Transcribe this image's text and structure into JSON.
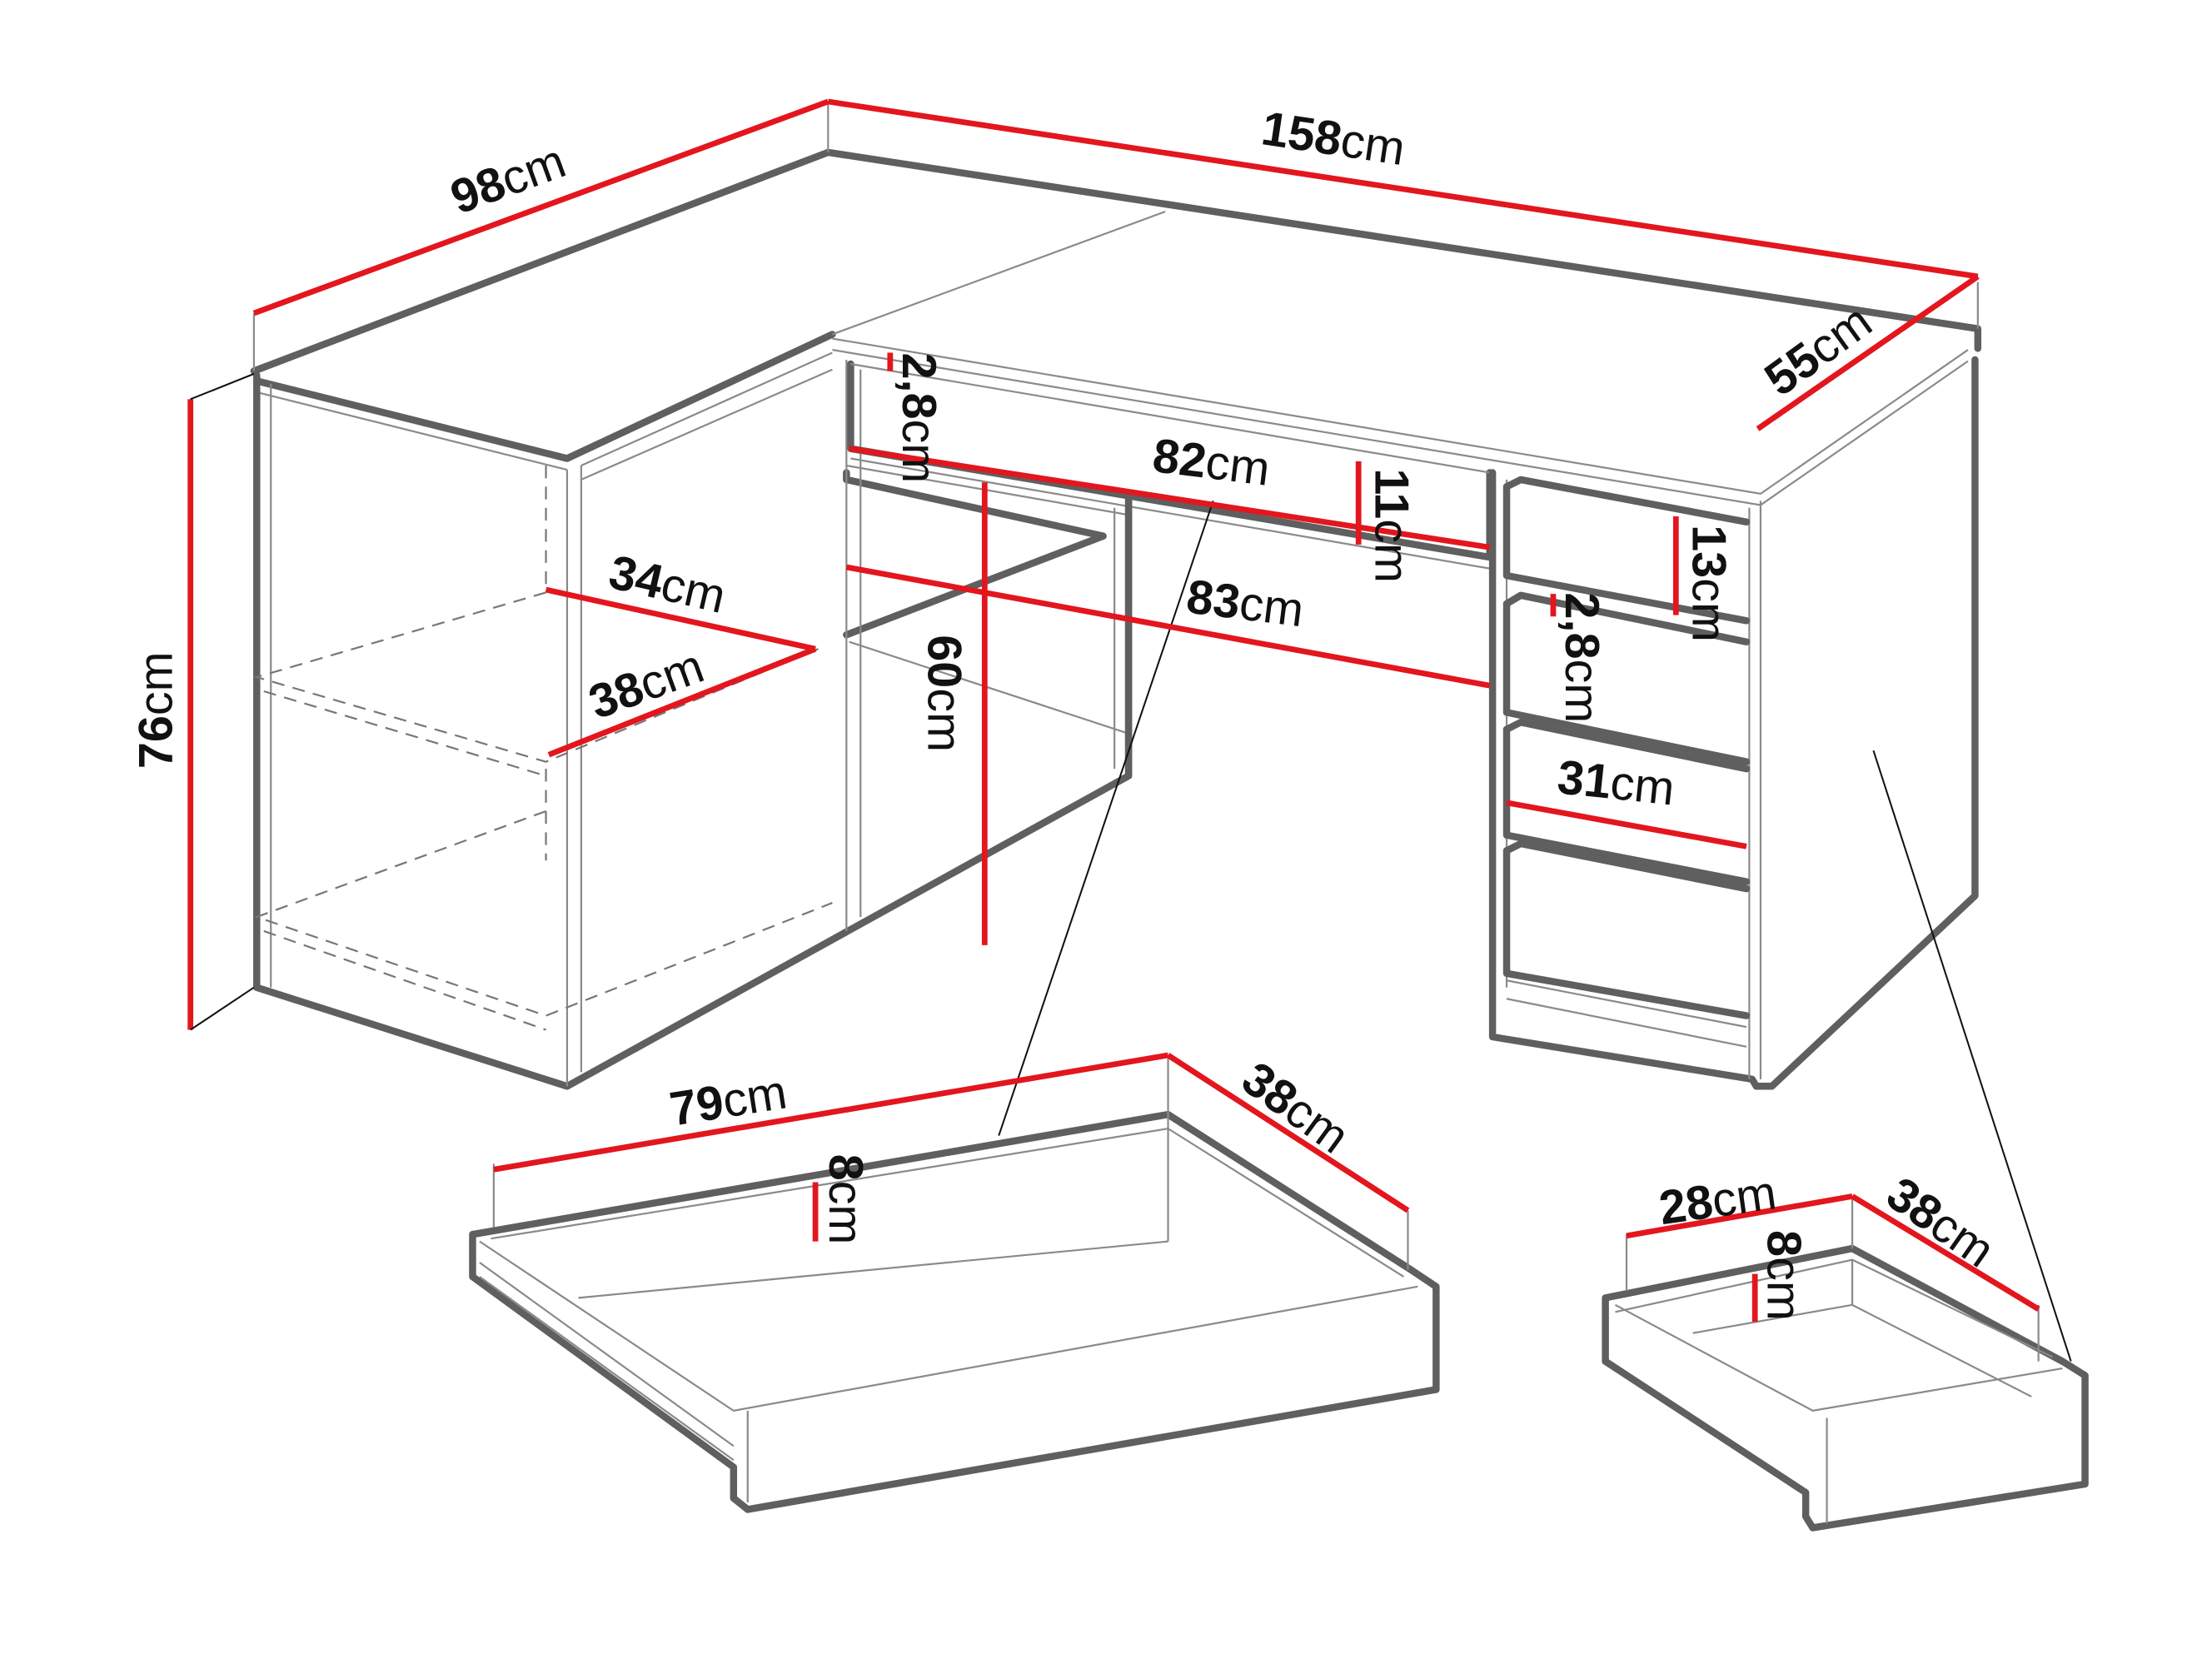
{
  "diagram": {
    "type": "dimension-drawing",
    "subject": "L-shaped corner desk with drawers",
    "accent_color": "#e3161e",
    "line_color": "#5f5f5f",
    "unit": "cm",
    "dimensions": {
      "desk_side_depth": {
        "value": "98",
        "unit": "cm"
      },
      "desk_width": {
        "value": "158",
        "unit": "cm"
      },
      "desk_depth": {
        "value": "55",
        "unit": "cm"
      },
      "desk_height": {
        "value": "76",
        "unit": "cm"
      },
      "top_thickness": {
        "value": "2,8",
        "unit": "cm"
      },
      "front_panel_width": {
        "value": "82",
        "unit": "cm"
      },
      "front_panel_height": {
        "value": "11",
        "unit": "cm"
      },
      "knee_space_width": {
        "value": "83",
        "unit": "cm"
      },
      "knee_space_height": {
        "value": "60",
        "unit": "cm"
      },
      "shelf_width": {
        "value": "34",
        "unit": "cm"
      },
      "shelf_depth": {
        "value": "38",
        "unit": "cm"
      },
      "drawer_front_height": {
        "value": "13",
        "unit": "cm"
      },
      "drawer_gap": {
        "value": "2,8",
        "unit": "cm"
      },
      "drawer_column_width": {
        "value": "31",
        "unit": "cm"
      },
      "large_drawer_width": {
        "value": "79",
        "unit": "cm"
      },
      "large_drawer_depth": {
        "value": "38",
        "unit": "cm"
      },
      "large_drawer_height": {
        "value": "8",
        "unit": "cm"
      },
      "small_drawer_width": {
        "value": "28",
        "unit": "cm"
      },
      "small_drawer_depth": {
        "value": "38",
        "unit": "cm"
      },
      "small_drawer_height": {
        "value": "8",
        "unit": "cm"
      }
    }
  }
}
